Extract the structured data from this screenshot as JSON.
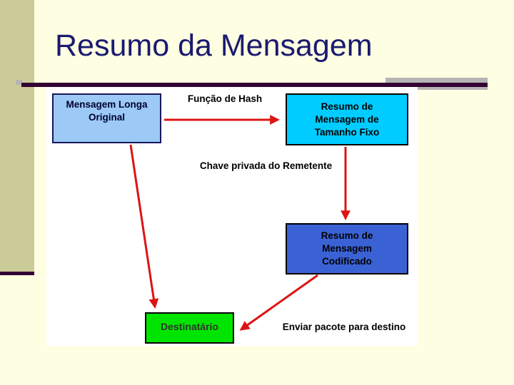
{
  "slide": {
    "title": "Resumo da Mensagem",
    "background_color": "#FEFEE2",
    "side_band_color": "#CBCB97",
    "accent_line_color": "#330033",
    "accent_gray_color": "#B5B5B5",
    "title_color": "#1A1A70",
    "canvas_color": "#FFFFFF"
  },
  "diagram": {
    "arrow_color": "#DD1414",
    "boxes": {
      "original": {
        "text": "Mensagem Longa\nOriginal",
        "fill": "#9CC9F5"
      },
      "fixed": {
        "text": "Resumo de\nMensagem de\nTamanho Fixo",
        "fill": "#00CCFF"
      },
      "encoded": {
        "text": "Resumo de\nMensagem\nCodificado",
        "fill": "#3B62D5"
      },
      "destination": {
        "text": "Destinatário",
        "fill": "#00E500"
      }
    },
    "labels": {
      "hash": "Função de Hash",
      "private_key": "Chave privada do Remetente",
      "send": "Enviar pacote para destino"
    },
    "arrows": [
      {
        "name": "hash-arrow",
        "from": "original",
        "to": "fixed"
      },
      {
        "name": "encode-arrow",
        "from": "fixed",
        "to": "encoded"
      },
      {
        "name": "original-to-destination-arrow",
        "from": "original",
        "to": "destination"
      },
      {
        "name": "send-arrow",
        "from": "encoded",
        "to": "destination"
      }
    ]
  }
}
